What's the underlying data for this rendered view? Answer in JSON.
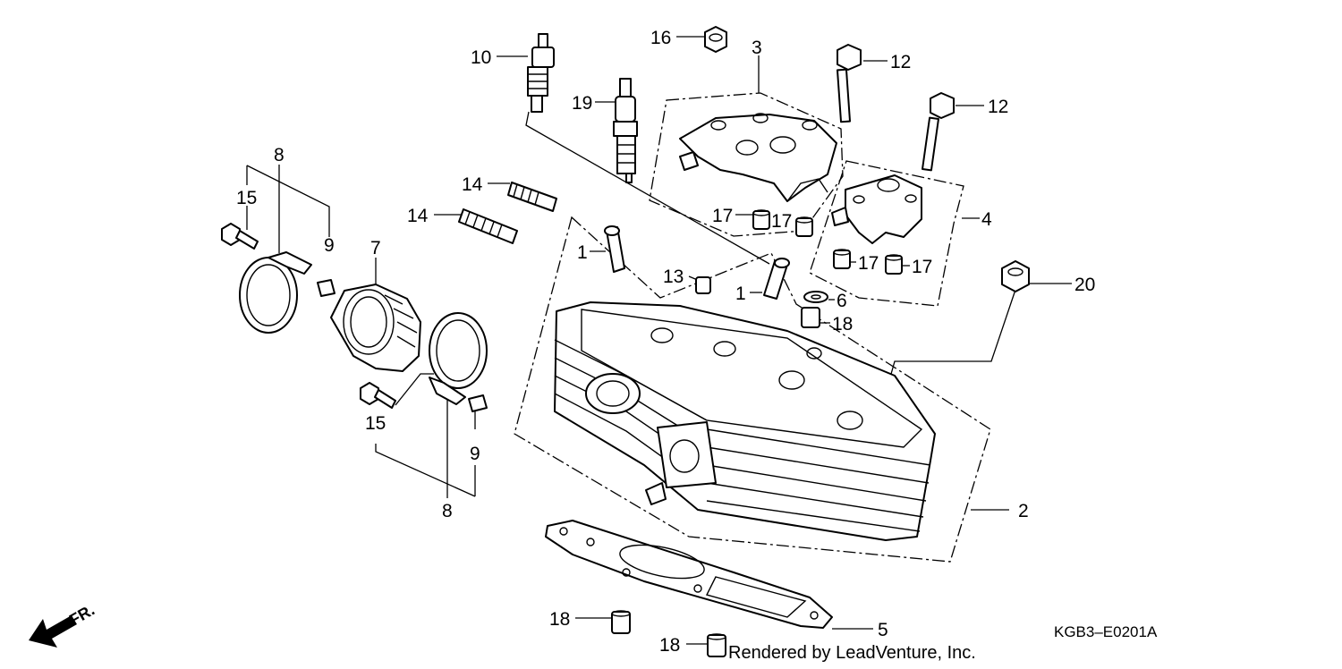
{
  "diagram": {
    "diagram_code": "KGB3–E0201A",
    "credit": "Rendered by LeadVenture, Inc.",
    "front_marker": "FR.",
    "callouts": {
      "c1a": "1",
      "c1b": "1",
      "c2": "2",
      "c3": "3",
      "c4": "4",
      "c5": "5",
      "c6": "6",
      "c7": "7",
      "c8a": "8",
      "c8b": "8",
      "c9a": "9",
      "c9b": "9",
      "c10": "10",
      "c12a": "12",
      "c12b": "12",
      "c13": "13",
      "c14a": "14",
      "c14b": "14",
      "c15a": "15",
      "c15b": "15",
      "c16": "16",
      "c17a": "17",
      "c17b": "17",
      "c17c": "17",
      "c17d": "17",
      "c18a": "18",
      "c18b": "18",
      "c18c": "18",
      "c19": "19",
      "c20": "20"
    }
  }
}
